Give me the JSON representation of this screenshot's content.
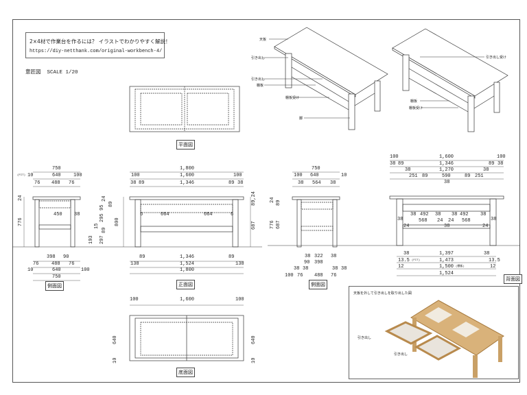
{
  "header": {
    "title": "2×4材で作業台を作るには？ イラストでわかりやすく解説！",
    "url": "https://diy-netthank.com/original-workbench-4/",
    "drawing_type": "意匠図",
    "scale": "SCALE 1/20"
  },
  "views": {
    "plan": "平面図",
    "side_left": "側面図",
    "front": "正面図",
    "side_right": "側面図",
    "back": "背面図",
    "bottom": "底面図"
  },
  "callouts": {
    "top_board": "天板",
    "drawer1": "引き出し",
    "drawer2": "引き出し",
    "shelf": "棚板",
    "shelf_rail": "棚板受け",
    "leg": "脚",
    "drawer_rail": "引き出し受け",
    "shelf_b": "棚板",
    "shelf_rail_b": "棚板受け"
  },
  "render": {
    "caption": "天板を外して引き出しを取り出した図",
    "drawer1": "引き出し",
    "drawer2": "引き出し"
  },
  "dims": {
    "side_top": [
      "750",
      "640",
      "488",
      "76",
      "76",
      "10",
      "100"
    ],
    "side_v": [
      "24",
      "776",
      "450",
      "38",
      "24",
      "89",
      "95",
      "295",
      "15",
      "89",
      "297",
      "193",
      "800"
    ],
    "side_bottom": [
      "398",
      "90",
      "76",
      "488",
      "76",
      "640",
      "10",
      "100",
      "750"
    ],
    "front_top": [
      "1,800",
      "100",
      "1,600",
      "100",
      "38",
      "89",
      "1,346",
      "89",
      "38"
    ],
    "front_mid": [
      "6",
      "664",
      "664",
      "6",
      "89,24",
      "687"
    ],
    "front_bottom": [
      "89",
      "1,346",
      "89",
      "138",
      "1,524",
      "138",
      "1,800"
    ],
    "rside_top": [
      "750",
      "100",
      "640",
      "10",
      "38",
      "564",
      "38"
    ],
    "rside_v": [
      "24",
      "89",
      "776",
      "687"
    ],
    "rside_bottom": [
      "38",
      "322",
      "38",
      "90",
      "398",
      "38",
      "38",
      "38",
      "38",
      "100",
      "76",
      "488",
      "76"
    ],
    "back_top": [
      "100",
      "1,600",
      "100",
      "38",
      "89",
      "1,346",
      "89",
      "38",
      "38",
      "1,270",
      "38",
      "251",
      "89",
      "590",
      "89",
      "251",
      "38"
    ],
    "back_mid": [
      "38",
      "492",
      "38",
      "38",
      "492",
      "38",
      "568",
      "24",
      "24",
      "568",
      "38",
      "24",
      "38",
      "24",
      "38"
    ],
    "back_bottom": [
      "38",
      "1,397",
      "38",
      "13.5",
      "1,473",
      "13.5",
      "12",
      "1,500",
      "12",
      "1,524"
    ],
    "bottom_view": [
      "100",
      "1,600",
      "100",
      "640",
      "10",
      "640",
      "10"
    ]
  },
  "small": {
    "fit": "(FIT)",
    "shelf": "(棚板)"
  }
}
